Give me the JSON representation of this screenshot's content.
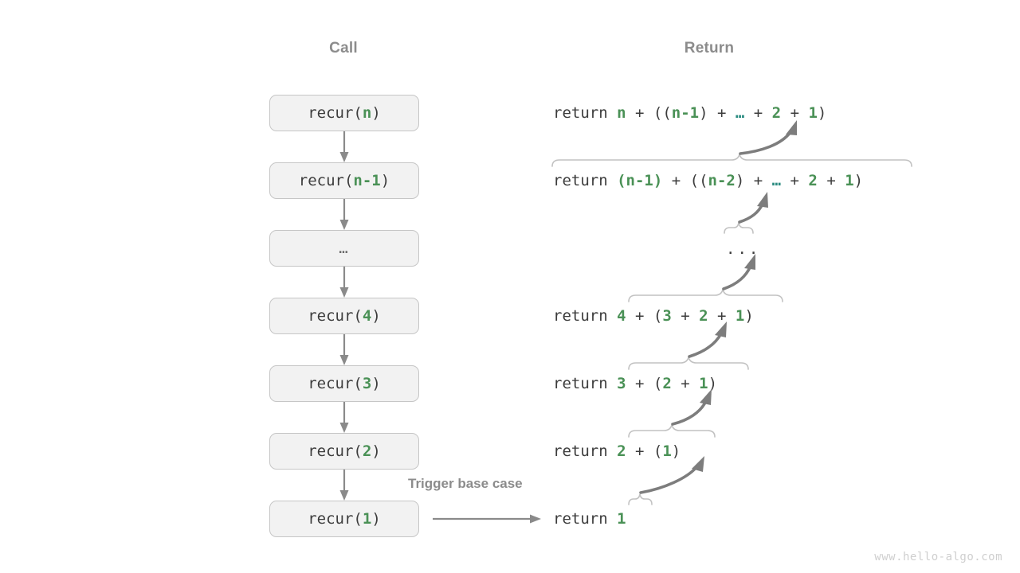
{
  "headers": {
    "call": "Call",
    "return": "Return"
  },
  "call_stack": {
    "items": [
      {
        "text": "recur(n)",
        "prefix": "recur(",
        "arg": "n",
        "suffix": ")",
        "kind": "call"
      },
      {
        "text": "recur(n-1)",
        "prefix": "recur(",
        "arg": "n-1",
        "suffix": ")",
        "kind": "call"
      },
      {
        "text": "…",
        "prefix": "",
        "arg": "",
        "suffix": "",
        "kind": "ellipsis"
      },
      {
        "text": "recur(4)",
        "prefix": "recur(",
        "arg": "4",
        "suffix": ")",
        "kind": "call"
      },
      {
        "text": "recur(3)",
        "prefix": "recur(",
        "arg": "3",
        "suffix": ")",
        "kind": "call"
      },
      {
        "text": "recur(2)",
        "prefix": "recur(",
        "arg": "2",
        "suffix": ")",
        "kind": "call"
      },
      {
        "text": "recur(1)",
        "prefix": "recur(",
        "arg": "1",
        "suffix": ")",
        "kind": "call"
      }
    ]
  },
  "returns": {
    "keyword": "return",
    "lines": [
      {
        "full": "return n + ((n-1) + … + 2 + 1)",
        "expression": "n + ((n-1) + … + 2 + 1)"
      },
      {
        "full": "return (n-1) + ((n-2) + … + 2 + 1)",
        "expression": "(n-1) + ((n-2) + … + 2 + 1)"
      },
      {
        "full": "…",
        "expression": "…"
      },
      {
        "full": "return 4 + (3 + 2 + 1)",
        "expression": "4 + (3 + 2 + 1)"
      },
      {
        "full": "return 3 + (2 + 1)",
        "expression": "3 + (2 + 1)"
      },
      {
        "full": "return 2 + (1)",
        "expression": "2 + (1)"
      },
      {
        "full": "return 1",
        "expression": "1"
      }
    ],
    "dots_row": "..."
  },
  "annotations": {
    "trigger_base_case": "Trigger base case"
  },
  "watermark": "www.hello-algo.com",
  "colors": {
    "background": "#ffffff",
    "box_fill": "#f2f2f2",
    "box_border": "#c6c6c6",
    "text": "#3c3c3c",
    "header_text": "#8c8c8c",
    "accent_green": "#4a9156",
    "accent_teal": "#2a8b80",
    "arrow_gray": "#7d7d7d",
    "brace_gray": "#c2c2c2",
    "watermark": "#cfcfcf"
  }
}
